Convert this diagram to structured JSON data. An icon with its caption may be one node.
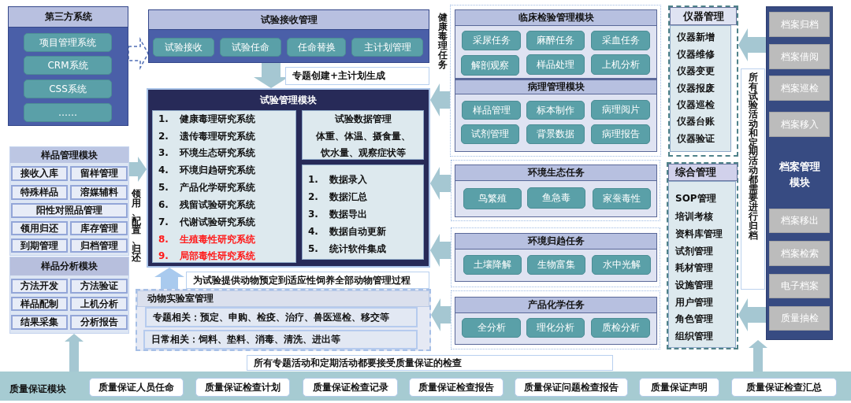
{
  "diagram": {
    "nodes": [
      {
        "text": [
          "第三方系统"
        ]
      },
      {
        "text": [
          "项目管理系统"
        ],
        "in": 0
      },
      {
        "text": [
          "CRM系统"
        ],
        "in": 0
      },
      {
        "text": [
          "CSS系统"
        ],
        "in": 0
      },
      {
        "text": [
          "……"
        ],
        "in": 0
      },
      {
        "text": [
          "试验接收管理"
        ]
      },
      {
        "text": [
          "试验接收"
        ],
        "in": 5
      },
      {
        "text": [
          "试验任命"
        ],
        "in": 5
      },
      {
        "text": [
          "任命替换"
        ],
        "in": 5
      },
      {
        "text": [
          "主计划管理"
        ],
        "in": 5
      },
      {
        "text": [
          "专题创建+主计划生成"
        ]
      },
      {
        "text": [
          "试验管理模块"
        ]
      },
      {
        "text": [
          "1. 健康毒理研究系统",
          "2. 遗传毒理研究系统",
          "3. 环境生态研究系统",
          "4. 环境归趋研究系统",
          "5. 产品化学研究系统",
          "6. 残留试验研究系统",
          "7. 代谢试验研究系统",
          "8. 生殖毒性研究系统",
          "9. 局部毒性研究系统"
        ],
        "in": 11
      },
      {
        "text": [
          "试验数据管理",
          "体重、体温、摄食量、饮水量、观察症状等"
        ],
        "in": 11
      },
      {
        "text": [
          "1. 数据录入",
          "2. 数据汇总",
          "3. 数据导出",
          "4. 数据自动更新",
          "5. 统计软件集成"
        ],
        "in": 11
      },
      {
        "text": [
          "样品管理模块"
        ]
      },
      {
        "text": [
          "接收入库"
        ],
        "in": 15
      },
      {
        "text": [
          "留样管理"
        ],
        "in": 15
      },
      {
        "text": [
          "特殊样品"
        ],
        "in": 15
      },
      {
        "text": [
          "溶媒辅料"
        ],
        "in": 15
      },
      {
        "text": [
          "阳性对照品管理"
        ],
        "in": 15
      },
      {
        "text": [
          "领用归还"
        ],
        "in": 15
      },
      {
        "text": [
          "库存管理"
        ],
        "in": 15
      },
      {
        "text": [
          "到期管理"
        ],
        "in": 15
      },
      {
        "text": [
          "归档管理"
        ],
        "in": 15
      },
      {
        "text": [
          "样品分析模块"
        ]
      },
      {
        "text": [
          "方法开发"
        ],
        "in": 25
      },
      {
        "text": [
          "方法验证"
        ],
        "in": 25
      },
      {
        "text": [
          "样品配制"
        ],
        "in": 25
      },
      {
        "text": [
          "上机分析"
        ],
        "in": 25
      },
      {
        "text": [
          "结果采集"
        ],
        "in": 25
      },
      {
        "text": [
          "分析报告"
        ],
        "in": 25
      },
      {
        "text": [
          "为试验提供动物预定到适应性饲养全部动物管理过程"
        ]
      },
      {
        "text": [
          "动物实验室管理"
        ]
      },
      {
        "text": [
          "专题相关：预定、申购、检疫、治疗、兽医巡检、移交等"
        ],
        "in": 33
      },
      {
        "text": [
          "日常相关：饲料、垫料、消毒、清洗、进出等"
        ],
        "in": 33
      },
      {
        "text": [],
        "shape": "box",
        "beside": [
          "健康毒理任务"
        ]
      },
      {
        "text": [
          "临床检验管理模块"
        ],
        "in": 36
      },
      {
        "text": [
          "采尿任务"
        ],
        "in": 37
      },
      {
        "text": [
          "麻醉任务"
        ],
        "in": 37
      },
      {
        "text": [
          "采血任务"
        ],
        "in": 37
      },
      {
        "text": [
          "解剖观察"
        ],
        "in": 37
      },
      {
        "text": [
          "样品处理"
        ],
        "in": 37
      },
      {
        "text": [
          "上机分析"
        ],
        "in": 37
      },
      {
        "text": [
          "病理管理模块"
        ],
        "in": 36
      },
      {
        "text": [
          "样品管理"
        ],
        "in": 44
      },
      {
        "text": [
          "标本制作"
        ],
        "in": 44
      },
      {
        "text": [
          "病理阅片"
        ],
        "in": 44
      },
      {
        "text": [
          "试剂管理"
        ],
        "in": 44
      },
      {
        "text": [
          "背景数据"
        ],
        "in": 44
      },
      {
        "text": [
          "病理报告"
        ],
        "in": 44
      },
      {
        "text": [
          "环境生态任务"
        ]
      },
      {
        "text": [
          "鸟繁殖"
        ],
        "in": 51
      },
      {
        "text": [
          "鱼急毒"
        ],
        "in": 51
      },
      {
        "text": [
          "家蚕毒性"
        ],
        "in": 51
      },
      {
        "text": [
          "环境归趋任务"
        ]
      },
      {
        "text": [
          "土壤降解"
        ],
        "in": 55
      },
      {
        "text": [
          "生物富集"
        ],
        "in": 55
      },
      {
        "text": [
          "水中光解"
        ],
        "in": 55
      },
      {
        "text": [
          "产品化学任务"
        ]
      },
      {
        "text": [
          "全分析"
        ],
        "in": 59
      },
      {
        "text": [
          "理化分析"
        ],
        "in": 59
      },
      {
        "text": [
          "质检分析"
        ],
        "in": 59
      },
      {
        "text": [
          "仪器管理"
        ]
      },
      {
        "text": [
          "仪器新增",
          "仪器维修",
          "仪器变更",
          "仪器报废",
          "仪器巡检",
          "仪器台账",
          "仪器验证"
        ],
        "in": 63
      },
      {
        "text": [
          "综合管理"
        ]
      },
      {
        "text": [
          "SOP管理",
          "培训考核",
          "资料库管理",
          "试剂管理",
          "耗材管理",
          "设施管理",
          "用户管理",
          "角色管理",
          "组织管理"
        ],
        "in": 65
      },
      {
        "text": [
          "所有试验活动和定期活动都需要进行归档"
        ]
      },
      {
        "text": [
          "档案管理模块"
        ]
      },
      {
        "text": [
          "档案归档"
        ],
        "in": 68
      },
      {
        "text": [
          "档案借阅"
        ],
        "in": 68
      },
      {
        "text": [
          "档案巡检"
        ],
        "in": 68
      },
      {
        "text": [
          "档案移入"
        ],
        "in": 68
      },
      {
        "text": [
          "档案移出"
        ],
        "in": 68
      },
      {
        "text": [
          "档案检索"
        ],
        "in": 68
      },
      {
        "text": [
          "电子档案"
        ],
        "in": 68
      },
      {
        "text": [
          "质量抽检"
        ],
        "in": 68
      },
      {
        "text": [
          "所有专题活动和定期活动都要接受质量保证的检查"
        ]
      },
      {
        "text": [
          "质量保证模块"
        ]
      },
      {
        "text": [
          "质量保证人员任命"
        ],
        "in": 78
      },
      {
        "text": [
          "质量保证检查计划"
        ],
        "in": 78
      },
      {
        "text": [
          "质量保证检查记录"
        ],
        "in": 78
      },
      {
        "text": [
          "质量保证检查报告"
        ],
        "in": 78
      },
      {
        "text": [
          "质量保证问题检查报告"
        ],
        "in": 78
      },
      {
        "text": [
          "质量保证声明"
        ],
        "in": 78
      },
      {
        "text": [
          "质量保证检查汇总"
        ],
        "in": 78
      }
    ],
    "edges": [
      {
        "from": 0,
        "to": 5,
        "arrow": "to",
        "style": "dashed",
        "color": "#4f6db5"
      },
      {
        "from": 5,
        "to": 11,
        "arrow": "to"
      },
      {
        "from": 15,
        "to": 11,
        "arrow": "to",
        "label": "领用、配置、归还"
      },
      {
        "from": 33,
        "to": 11,
        "arrow": "to",
        "color": "#a9caee"
      },
      {
        "from": 36,
        "to": 11,
        "arrow": "to"
      },
      {
        "from": 51,
        "to": 11,
        "arrow": "to"
      },
      {
        "from": 55,
        "to": 11,
        "arrow": "to"
      },
      {
        "from": 59,
        "to": 33,
        "arrow": "to"
      },
      {
        "from": 68,
        "to": 63,
        "arrow": "to"
      },
      {
        "from": 68,
        "to": 65,
        "arrow": "to"
      },
      {
        "from": 78,
        "to": 25,
        "arrow": "to"
      },
      {
        "from": 78,
        "to": 68,
        "arrow": "to"
      }
    ]
  }
}
